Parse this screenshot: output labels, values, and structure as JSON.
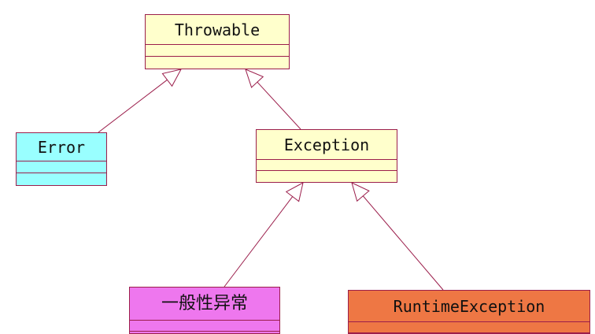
{
  "classes": {
    "throwable": {
      "name": "Throwable",
      "color": "#ffffcc"
    },
    "error": {
      "name": "Error",
      "color": "#99ffff"
    },
    "exception": {
      "name": "Exception",
      "color": "#ffffcc"
    },
    "general_exception": {
      "name": "一般性异常",
      "color": "#ee77ee"
    },
    "runtime_exception": {
      "name": "RuntimeException",
      "color": "#ee7744"
    }
  },
  "relationships": [
    {
      "type": "generalization",
      "from": "error",
      "to": "throwable"
    },
    {
      "type": "generalization",
      "from": "exception",
      "to": "throwable"
    },
    {
      "type": "generalization",
      "from": "general_exception",
      "to": "exception"
    },
    {
      "type": "generalization",
      "from": "runtime_exception",
      "to": "exception"
    }
  ],
  "colors": {
    "line": "#9b1e4b"
  }
}
